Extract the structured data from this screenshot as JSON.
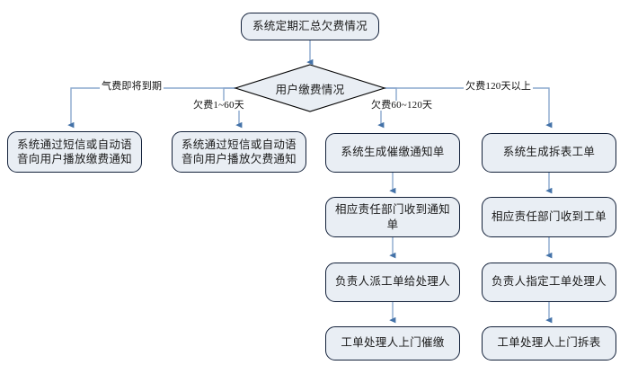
{
  "diagram": {
    "type": "flowchart",
    "title_node": "系统定期汇总欠费情况",
    "decision": "用户缴费情况",
    "colors": {
      "node_fill": "#e9eef4",
      "node_border": "#13213a",
      "connector": "#8aa8cd",
      "arrow_head": "#4472a8",
      "decision_border": "#000000",
      "text": "#1a1a1a"
    },
    "branches": [
      {
        "label": "气费即将到期",
        "steps": [
          "系统通过短信或自动语音向用户播放缴费通知"
        ]
      },
      {
        "label": "欠费1~60天",
        "steps": [
          "系统通过短信或自动语音向用户播放欠费通知"
        ]
      },
      {
        "label": "欠费60~120天",
        "steps": [
          "系统生成催缴通知单",
          "相应责任部门收到通知单",
          "负责人派工单给处理人",
          "工单处理人上门催缴"
        ]
      },
      {
        "label": "欠费120天以上",
        "steps": [
          "系统生成拆表工单",
          "相应责任部门收到工单",
          "负责人指定工单处理人",
          "工单处理人上门拆表"
        ]
      }
    ]
  }
}
